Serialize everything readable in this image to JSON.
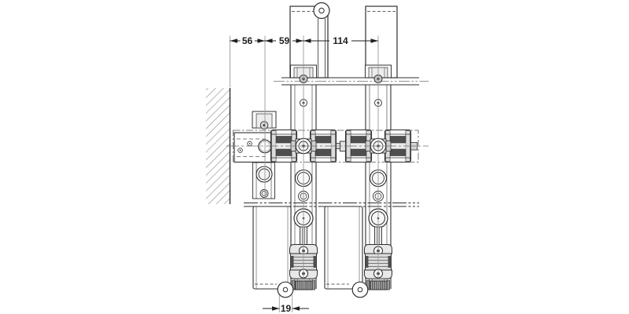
{
  "drawing": {
    "dimension_labels": {
      "wall_to_pivot_axis": "56",
      "pivot_axis_to_first_door_axis": "59",
      "first_door_axis_to_second_door_axis": "114",
      "bottom_pivot_offset": "19"
    },
    "colors": {
      "line": "#2f2f2f",
      "light_fill": "#dcdcdc",
      "dark_band": "#4f4f4f",
      "extension_line": "#9a9a9a",
      "background": "#ffffff"
    }
  }
}
